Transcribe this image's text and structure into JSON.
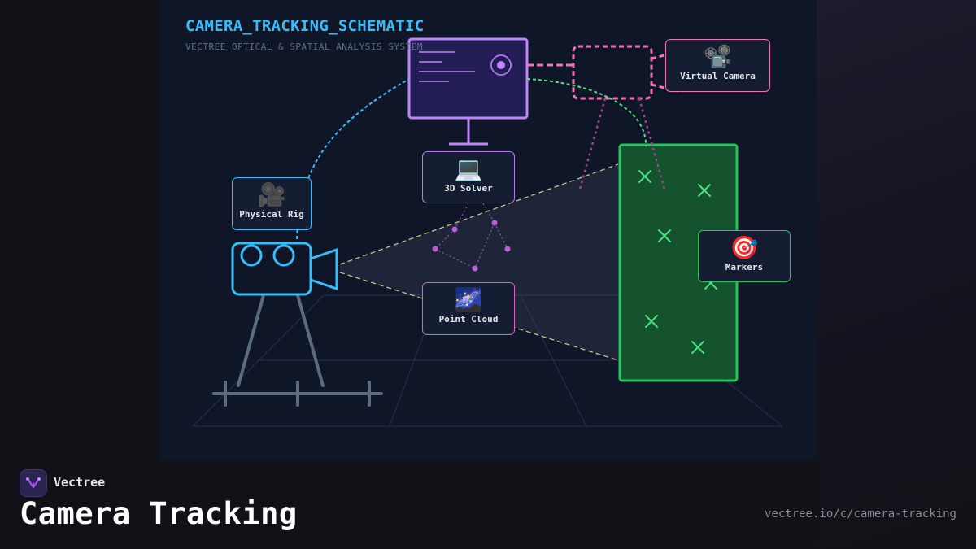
{
  "diagram": {
    "title": "CAMERA_TRACKING_SCHEMATIC",
    "subtitle": "VECTREE OPTICAL & SPATIAL ANALYSIS SYSTEM",
    "nodes": {
      "physical_rig": {
        "icon": "movie-camera-icon",
        "glyph": "🎥",
        "label": "Physical Rig"
      },
      "solver": {
        "icon": "laptop-icon",
        "glyph": "💻",
        "label": "3D Solver"
      },
      "point_cloud": {
        "icon": "galaxy-icon",
        "glyph": "🌌",
        "label": "Point Cloud"
      },
      "virtual_camera": {
        "icon": "film-projector-icon",
        "glyph": "📽️",
        "label": "Virtual Camera"
      },
      "markers": {
        "icon": "target-icon",
        "glyph": "🎯",
        "label": "Markers"
      }
    },
    "colors": {
      "physical": "#38bdf8",
      "solver": "#c084fc",
      "virtual": "#f472b6",
      "markers": "#22c55e",
      "frustum": "#c9c28a",
      "background": "#0e1628"
    }
  },
  "footer": {
    "brand": "Vectree",
    "page_title": "Camera Tracking",
    "url": "vectree.io/c/camera-tracking"
  }
}
